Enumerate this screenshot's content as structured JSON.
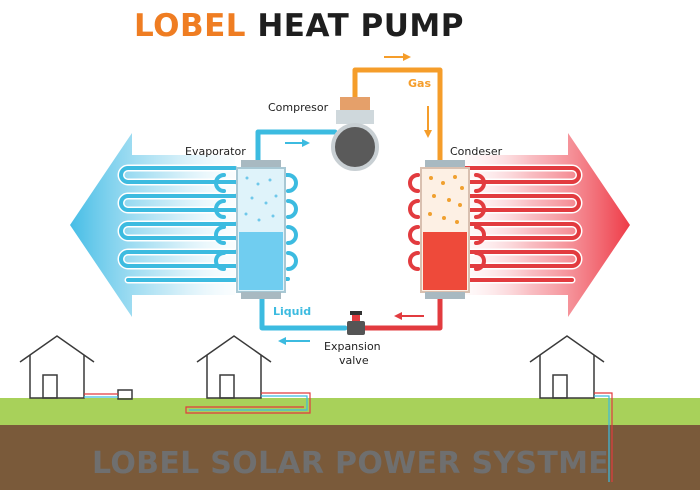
{
  "title": {
    "brand": "LOBEL",
    "rest": "HEAT PUMP"
  },
  "labels": {
    "compressor": "Compresor",
    "evaporator": "Evaporator",
    "condenser": "Condeser",
    "gas": "Gas",
    "liquid": "Liquid",
    "expansion_line1": "Expansion",
    "expansion_line2": "valve"
  },
  "footer": "LOBEL SOLAR POWER SYSTME",
  "colors": {
    "brand_orange": "#ef7d22",
    "title_dark": "#1e1e1e",
    "cold_blue": "#3cbbe0",
    "hot_red": "#e23b3f",
    "gas_orange": "#f59d2a",
    "grass": "#a8d15a",
    "soil": "#7a5a3a",
    "footer_text": "#6f6f6f"
  }
}
